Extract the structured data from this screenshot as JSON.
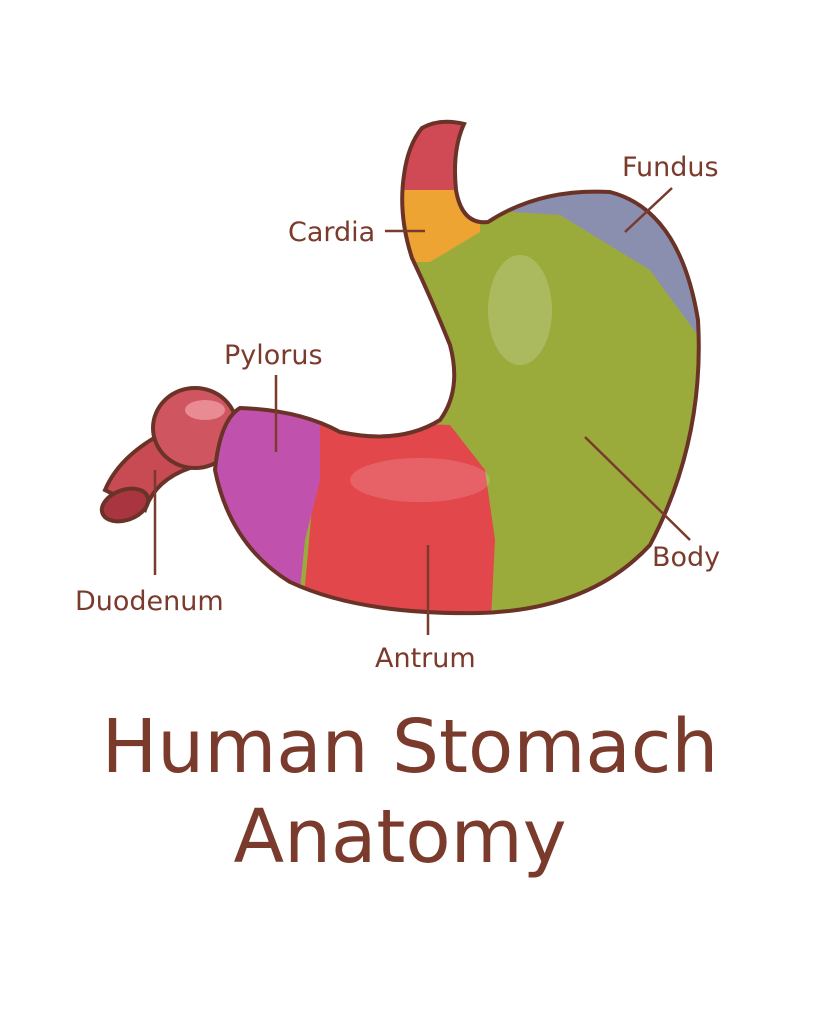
{
  "title": {
    "line1": "Human Stomach",
    "line2": "Anatomy"
  },
  "labels": {
    "fundus": "Fundus",
    "cardia": "Cardia",
    "pylorus": "Pylorus",
    "body": "Body",
    "duodenum": "Duodenum",
    "antrum": "Antrum"
  },
  "colors": {
    "outline": "#6b3328",
    "text": "#7a3a2c",
    "body": "#9aab3c",
    "fundus": "#8a8fb0",
    "cardia": "#eea433",
    "antrum": "#e2474c",
    "pylorus": "#c052ae",
    "esophagus": "#cf4a55",
    "duodenum": "#c84a52"
  }
}
